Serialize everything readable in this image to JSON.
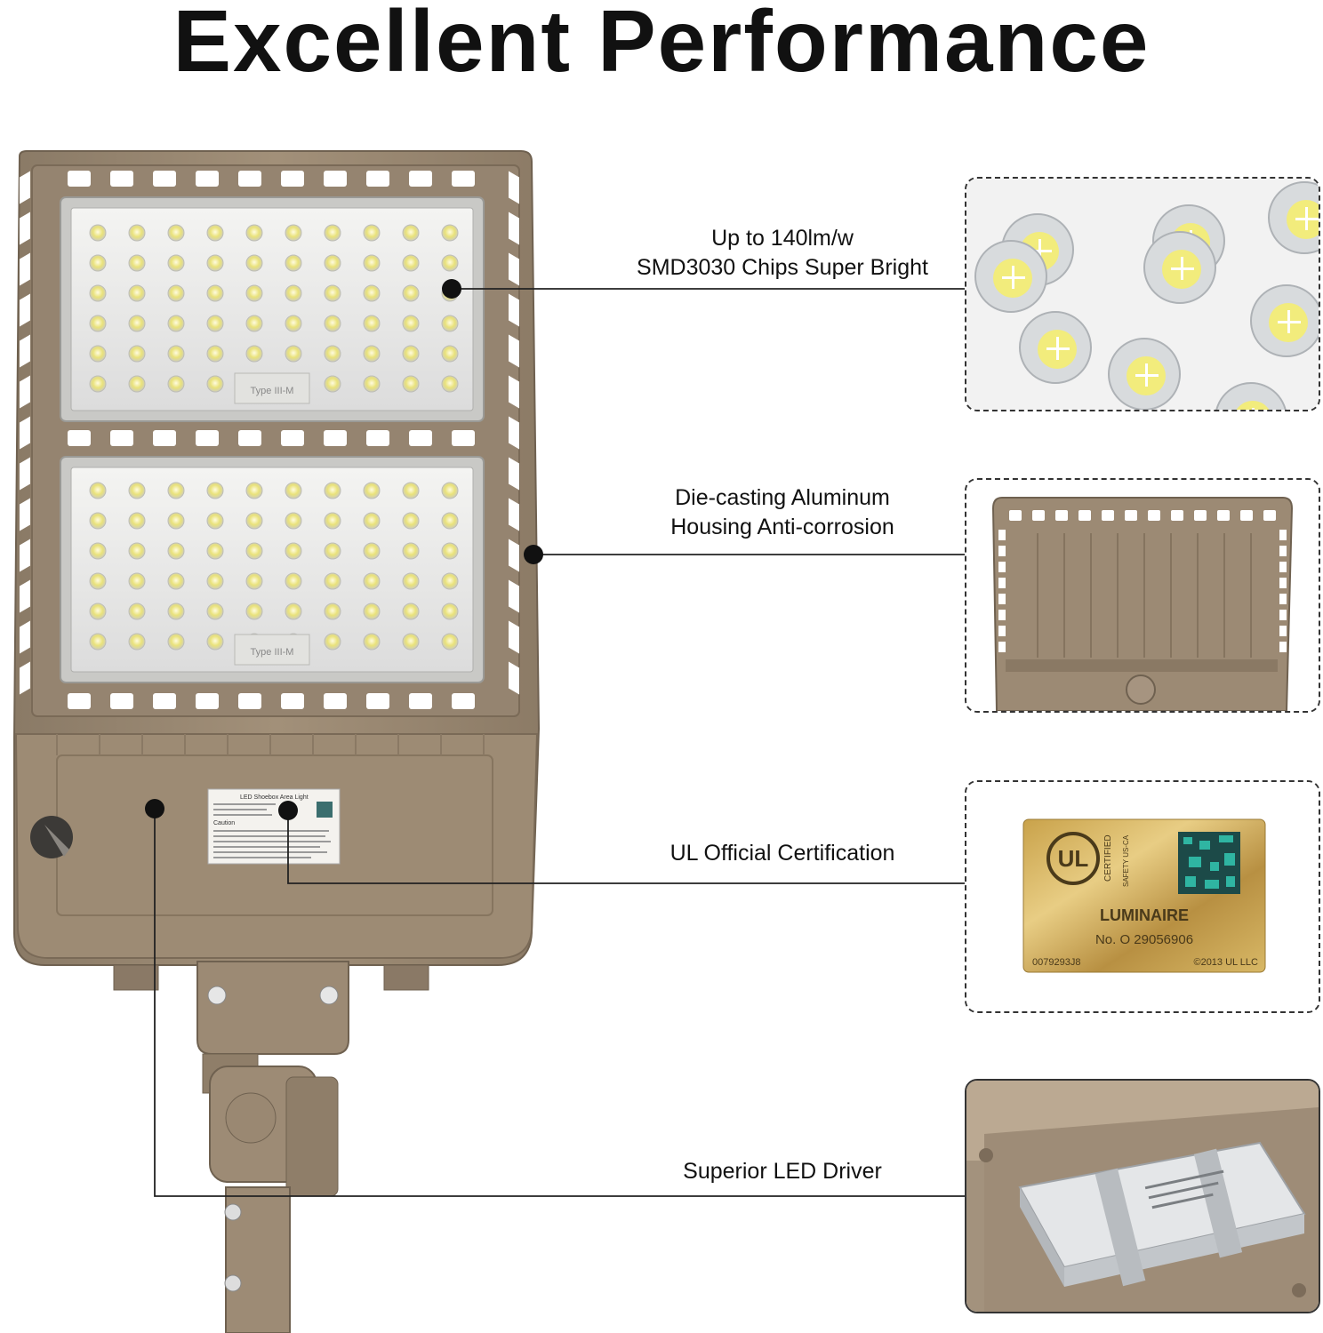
{
  "title": "Excellent Performance",
  "features": [
    {
      "line1": "Up to 140lm/w",
      "line2": "SMD3030 Chips Super Bright"
    },
    {
      "line1": "Die-casting Aluminum",
      "line2": "Housing Anti-corrosion"
    },
    {
      "line1": "UL Official Certification",
      "line2": ""
    },
    {
      "line1": "Superior LED Driver",
      "line2": ""
    }
  ],
  "ul_label": {
    "mark": "UL",
    "certified": "CERTIFIED",
    "safety": "SAFETY US-CA",
    "luminaire": "LUMINAIRE",
    "number": "No. O 29056906",
    "code": "0079293J8",
    "copyright": "©2013 UL LLC"
  },
  "product_label": {
    "heading": "LED Shoebox Area Light",
    "caution": "Caution"
  },
  "module_tag": "Type III-M"
}
